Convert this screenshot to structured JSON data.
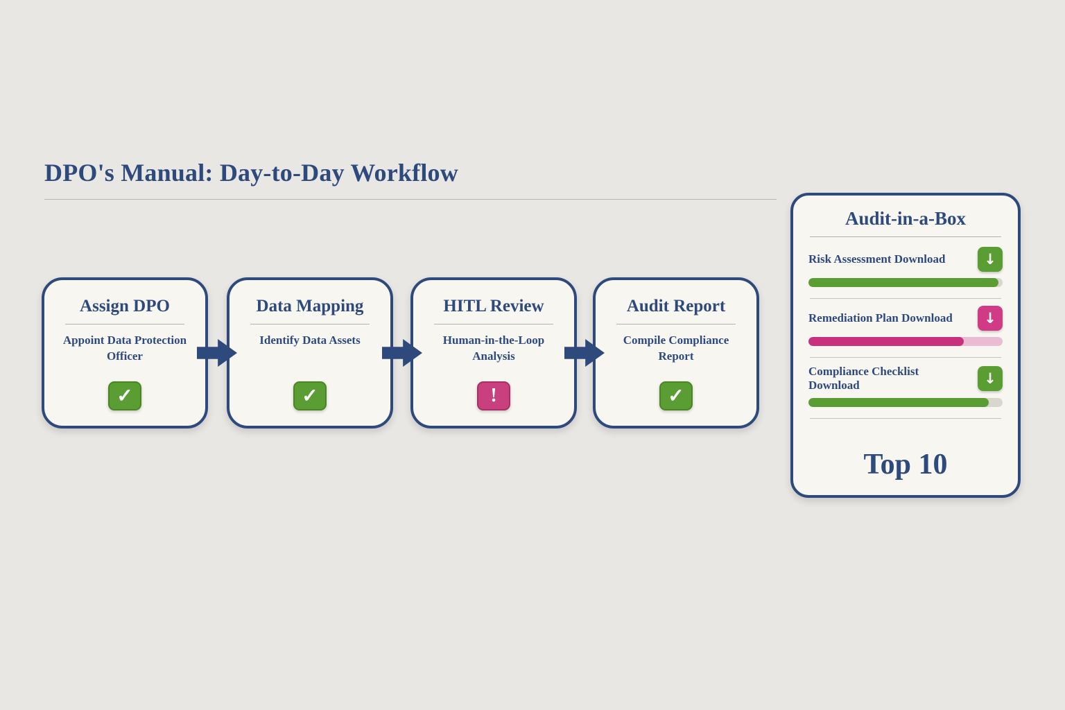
{
  "title": "DPO's Manual: Day-to-Day Workflow",
  "icons": {
    "check": "✓",
    "alert": "!",
    "download": "↓"
  },
  "colors": {
    "blue": "#2e4a7d",
    "green": "#5a9e33",
    "pink": "#c9407f",
    "background": "#e9e7e3",
    "card": "#f8f6f1"
  },
  "workflow": {
    "steps": [
      {
        "title": "Assign DPO",
        "subtitle": "Appoint Data Protection Officer",
        "status": "complete"
      },
      {
        "title": "Data Mapping",
        "subtitle": "Identify Data Assets",
        "status": "complete"
      },
      {
        "title": "HITL Review",
        "subtitle": "Human-in-the-Loop Analysis",
        "status": "attention"
      },
      {
        "title": "Audit Report",
        "subtitle": "Compile Compliance Report",
        "status": "complete"
      }
    ]
  },
  "panel": {
    "title": "Audit-in-a-Box",
    "items": [
      {
        "label": "Risk Assessment Download",
        "color": "green",
        "progress": 98
      },
      {
        "label": "Remediation Plan Download",
        "color": "pink",
        "progress": 80
      },
      {
        "label": "Compliance Checklist Download",
        "color": "green",
        "progress": 93
      }
    ],
    "footer": "Top 10"
  }
}
